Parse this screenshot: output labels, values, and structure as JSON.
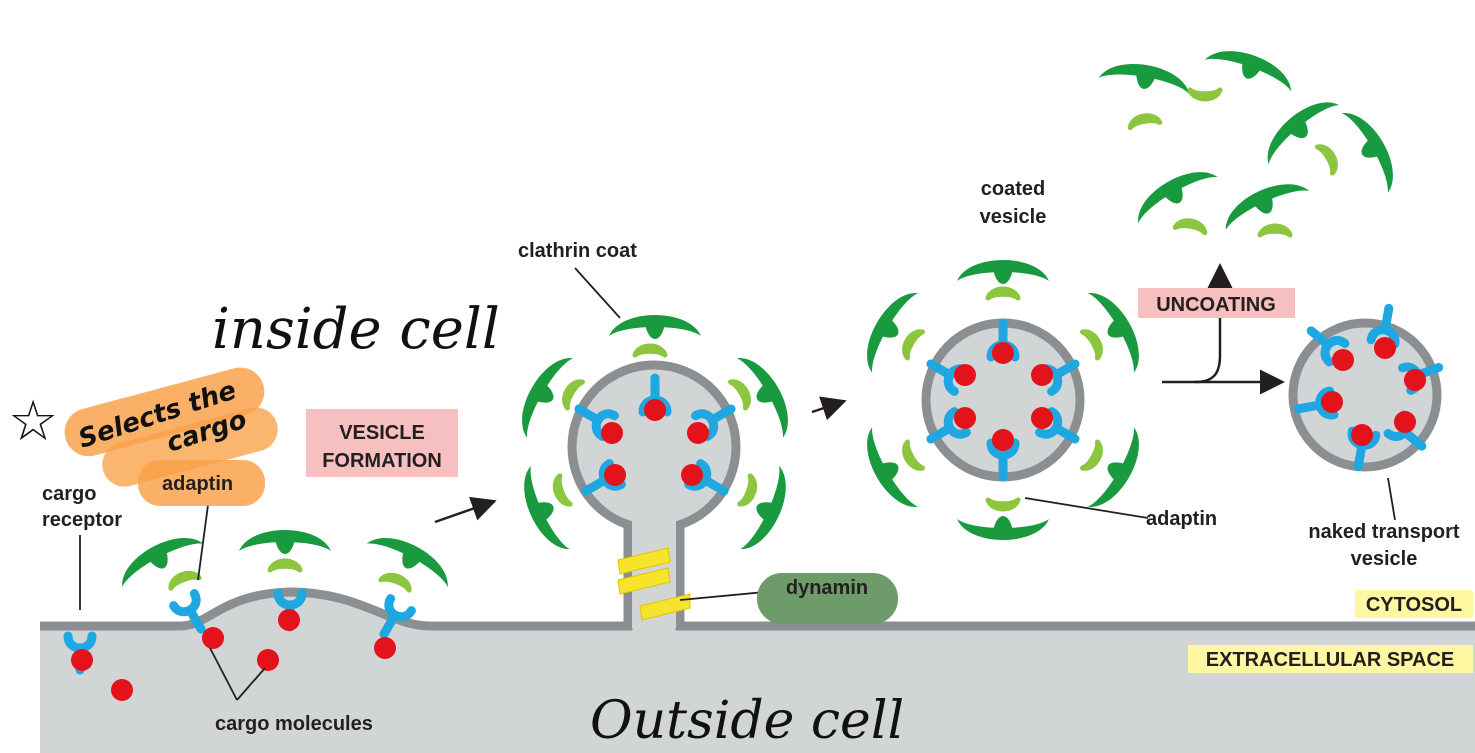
{
  "colors": {
    "clathrin": "#1a9a3f",
    "adaptin": "#8cc63f",
    "receptor": "#1ea7e1",
    "cargo": "#e3121b",
    "membrane": "#8c8f91",
    "lumen": "#d1d5d5",
    "dynamin_ring": "#f6e32b",
    "dynamin_box": "#6e9b6a",
    "stage_box": "#f7c0c0",
    "compartment_box": "#fff7a1",
    "note_highlight": "#f9a24b"
  },
  "labels": {
    "cargo_receptor": [
      "cargo",
      "receptor"
    ],
    "adaptin_left": "adaptin",
    "cargo_molecules": "cargo molecules",
    "vesicle_formation": [
      "VESICLE",
      "FORMATION"
    ],
    "clathrin_coat": "clathrin coat",
    "dynamin": "dynamin",
    "coated_vesicle": [
      "coated",
      "vesicle"
    ],
    "adaptin_right": "adaptin",
    "uncoating": "UNCOATING",
    "naked_vesicle": [
      "naked transport",
      "vesicle"
    ],
    "cytosol": "CYTOSOL",
    "extracellular": "EXTRACELLULAR SPACE"
  },
  "annotations": {
    "inside_cell": "inside cell",
    "outside_cell": "Outside cell",
    "selects_note": [
      "Selects the",
      "cargo"
    ],
    "star": "☆"
  }
}
